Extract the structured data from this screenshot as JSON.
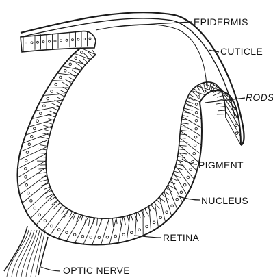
{
  "diagram": {
    "labels": {
      "epidermis": "EPIDERMIS",
      "cuticle": "CUTICLE",
      "rods": "RODS",
      "pigment": "PIGMENT",
      "nucleus": "NUCLEUS",
      "retina": "RETINA",
      "optic_nerve": "OPTIC NERVE"
    },
    "colors": {
      "ink": "#1a1a1a",
      "paper": "#ffffff"
    }
  }
}
